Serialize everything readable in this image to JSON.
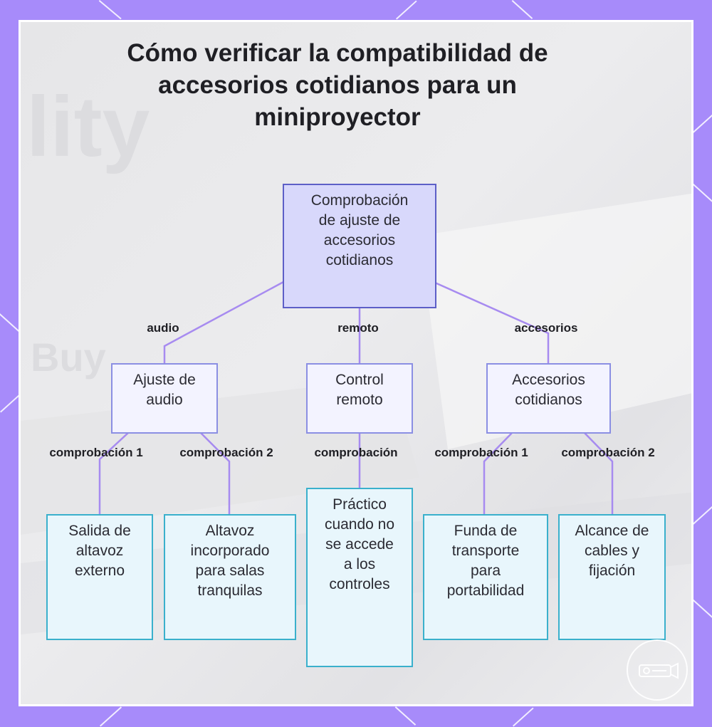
{
  "title": "Cómo verificar la compatibilidad de accesorios cotidianos para un miniproyector",
  "background_watermark": {
    "text_1": "lity",
    "text_2": "Buy"
  },
  "diagram": {
    "root": {
      "label": "Comprobación de ajuste de accesorios cotidianos"
    },
    "branches": [
      {
        "edge_label": "audio",
        "node": {
          "label": "Ajuste de audio"
        },
        "children": [
          {
            "edge_label": "comprobación 1",
            "label": "Salida de altavoz externo"
          },
          {
            "edge_label": "comprobación 2",
            "label": "Altavoz incorporado para salas tranquilas"
          }
        ]
      },
      {
        "edge_label": "remoto",
        "node": {
          "label": "Control remoto"
        },
        "children": [
          {
            "edge_label": "comprobación",
            "label": "Práctico cuando no se accede a los controles"
          }
        ]
      },
      {
        "edge_label": "accesorios",
        "node": {
          "label": "Accesorios cotidianos"
        },
        "children": [
          {
            "edge_label": "comprobación 1",
            "label": "Funda de transporte para portabilidad"
          },
          {
            "edge_label": "comprobación 2",
            "label": "Alcance de cables y fijación"
          }
        ]
      }
    ]
  },
  "colors": {
    "frame": "#a78bfa",
    "root_fill": "#d8d8fb",
    "root_border": "#5d5fc7",
    "mid_border": "#8b8fe3",
    "leaf_fill": "#e8f6fc",
    "leaf_border": "#3ab0cc",
    "connector": "#a78bf0"
  },
  "icons": {
    "corner_logo": "projector-logo-icon"
  }
}
